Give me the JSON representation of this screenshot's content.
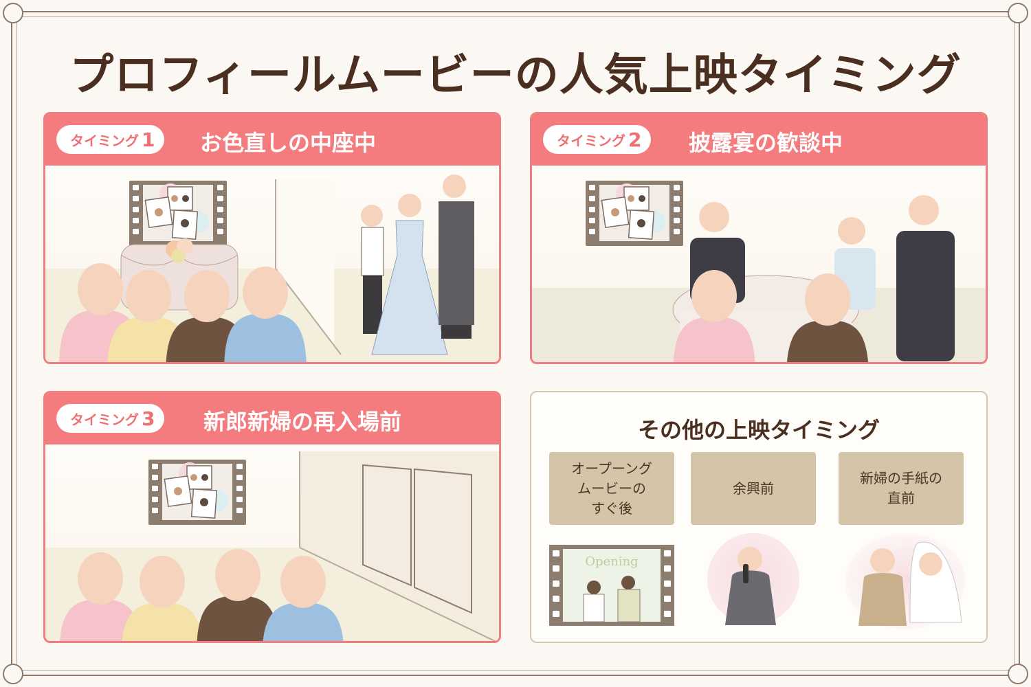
{
  "title": "プロフィールムービーの人気上映タイミング",
  "cards": [
    {
      "badge_label": "タイミング",
      "badge_number": "1",
      "heading": "お色直しの中座中"
    },
    {
      "badge_label": "タイミング",
      "badge_number": "2",
      "heading": "披露宴の歓談中"
    },
    {
      "badge_label": "タイミング",
      "badge_number": "3",
      "heading": "新郎新婦の再入場前"
    }
  ],
  "other": {
    "title": "その他の上映タイミング",
    "items": [
      {
        "label": "オープーング\nムービーの\nすぐ後"
      },
      {
        "label": "余興前"
      },
      {
        "label": "新婦の手紙の\n直前"
      }
    ],
    "screen_text": "Opening"
  },
  "colors": {
    "accent": "#f47b7e",
    "frame": "#8f7968",
    "beige": "#d5c5a8",
    "text": "#4a2e1f"
  },
  "icons": [
    "film-strip-icon",
    "table-icon",
    "bouquet-icon",
    "door-icon",
    "microphone-icon"
  ]
}
